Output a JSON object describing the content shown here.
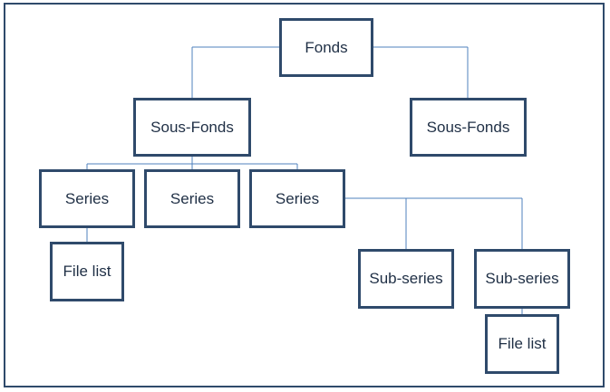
{
  "colors": {
    "border": "#2f4a6b",
    "connector": "#4f81bd",
    "text": "#1f2f45"
  },
  "nodes": {
    "fonds": "Fonds",
    "sous_fonds_left": "Sous-Fonds",
    "sous_fonds_right": "Sous-Fonds",
    "series_1": "Series",
    "series_2": "Series",
    "series_3": "Series",
    "file_list_1": "File list",
    "sub_series_1": "Sub-series",
    "sub_series_2": "Sub-series",
    "file_list_2": "File list"
  }
}
